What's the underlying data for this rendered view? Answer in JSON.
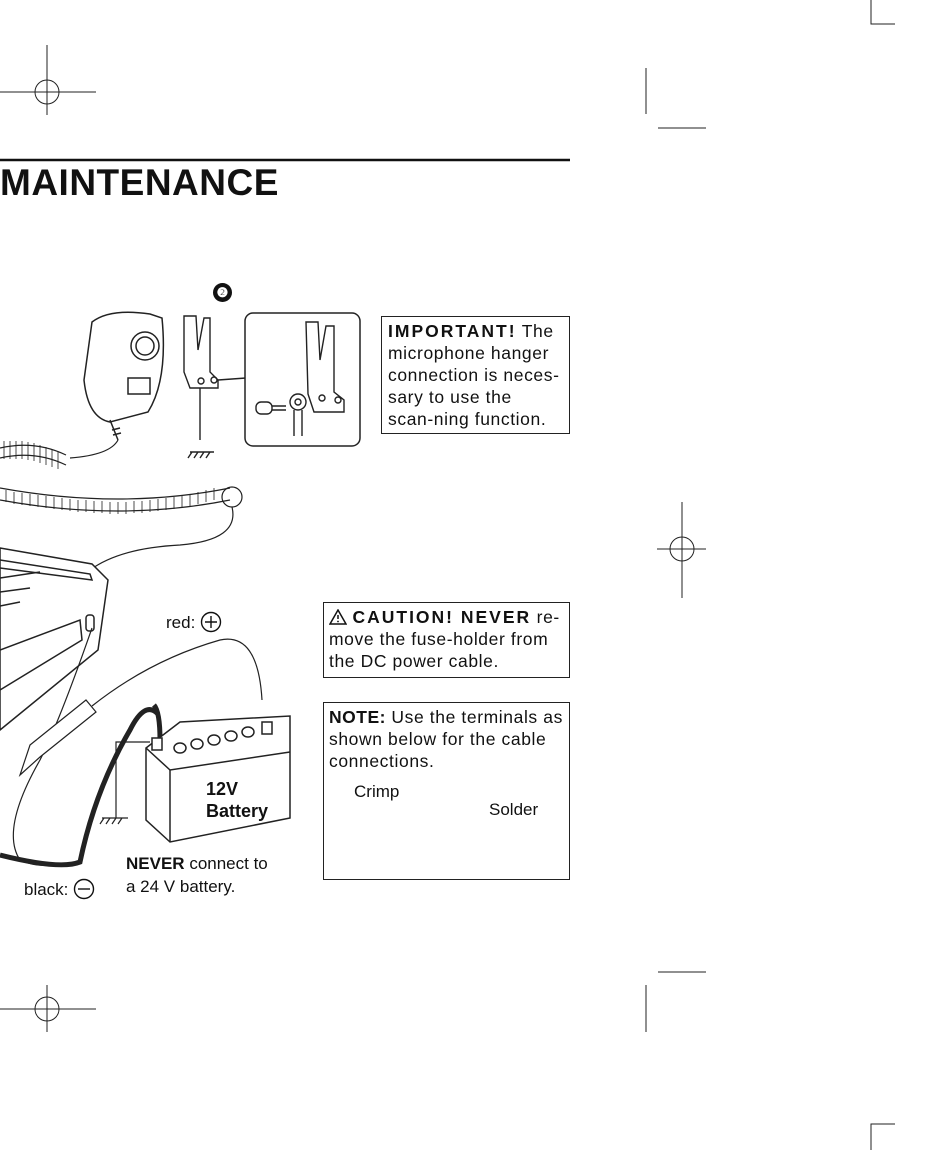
{
  "page": {
    "section_title": "MAINTENANCE",
    "step_marker": "❷"
  },
  "important": {
    "heading": "IMPORTANT!",
    "text": "The microphone hanger connection is neces-sary to use the scan-ning function."
  },
  "caution": {
    "heading": "CAUTION! NEVER",
    "text": "re-move the fuse-holder from the DC power cable."
  },
  "note": {
    "heading": "NOTE:",
    "text": "Use the terminals as shown below for the cable connections.",
    "crimp_label": "Crimp",
    "solder_label": "Solder"
  },
  "labels": {
    "red": "red:",
    "black": "black:",
    "battery_line1": "12V",
    "battery_line2": "Battery"
  },
  "warning": {
    "strong": "NEVER",
    "text1": "connect to",
    "text2": "a 24 V battery."
  },
  "icons": {
    "plus": "plus-circle-icon",
    "minus": "minus-circle-icon",
    "caution": "warning-triangle-icon"
  }
}
